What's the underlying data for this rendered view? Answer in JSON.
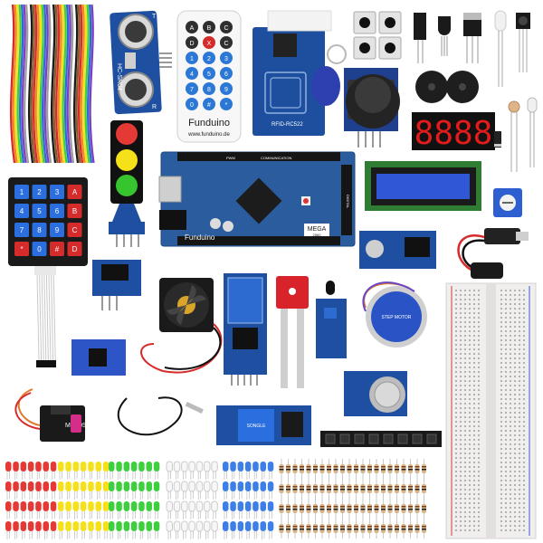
{
  "sensor_ultrasonic": {
    "label": "HC-SR04",
    "front": "T",
    "rear": "R"
  },
  "remote": {
    "brand": "Funduino",
    "url": "www.funduino.de",
    "keys": [
      "A",
      "B",
      "C",
      "D",
      "X",
      "C",
      "1",
      "2",
      "3",
      "4",
      "5",
      "6",
      "7",
      "8",
      "9",
      "0",
      "#",
      "*"
    ]
  },
  "rfid": {
    "label": "RFID-RC522"
  },
  "keypad": {
    "keys": [
      "1",
      "2",
      "3",
      "A",
      "4",
      "5",
      "6",
      "B",
      "7",
      "8",
      "9",
      "C",
      "*",
      "0",
      "#",
      "D"
    ]
  },
  "seven_segment": {
    "digits": "8888"
  },
  "arduino": {
    "brand": "Funduino",
    "model": "MEGA",
    "sub": "2560",
    "comm": "COMMUNICATION",
    "pwm": "PWM",
    "digital": "DIGITAL"
  },
  "servo": {
    "label": "MG90S"
  },
  "stepper": {
    "label": "STEP MOTOR"
  },
  "relay": {
    "label": "SONGLE"
  },
  "colors": {
    "pcb_blue": "#1f4fa0",
    "arduino_blue": "#2b5c9e",
    "red": "#e53935",
    "yellow": "#f5e11a",
    "green": "#3ecf3e",
    "led_blue": "#3d7fe6",
    "breadboard": "#f1eeee"
  }
}
